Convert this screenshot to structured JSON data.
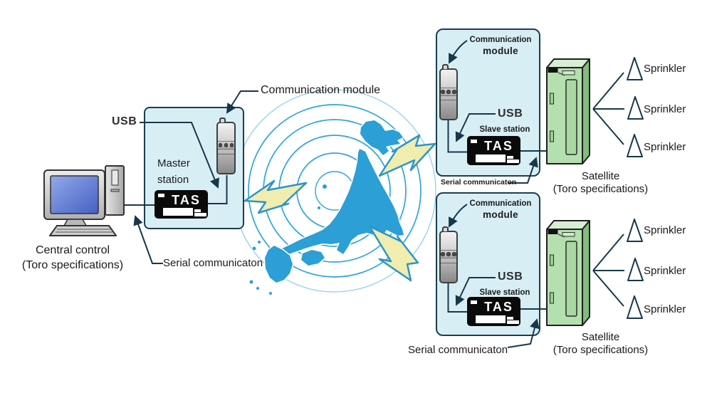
{
  "colors": {
    "box_fill": "#d8eef5",
    "box_border": "#1d3e4e",
    "line": "#17384a",
    "wave": "#2aa6db",
    "map": "#2b9fd6",
    "bolt_fill": "#f0edae",
    "bolt_stroke": "#2b95cc",
    "cabinet_front": "#b4dfae",
    "cabinet_side": "#82bd7e",
    "cabinet_top": "#d6efd2",
    "tas_bg": "#0a0a0a",
    "screen_blue": "#4560c4",
    "text": "#1a1a1a"
  },
  "master_group": {
    "comm_module_label": "Communication module",
    "usb_label": "USB",
    "station_label": "Master\nstation",
    "tas_label": "TAS",
    "serial_label": "Serial communicaton",
    "central_label": "Central control\n(Toro specifications)"
  },
  "slaves": [
    {
      "comm_line1": "Communication",
      "comm_line2": "module",
      "usb_label": "USB",
      "station_label": "Slave station",
      "tas_label": "TAS",
      "serial_label": "Serial communicaton"
    },
    {
      "comm_line1": "Communication",
      "comm_line2": "module",
      "usb_label": "USB",
      "station_label": "Slave station",
      "tas_label": "TAS",
      "serial_label": "Serial communicaton"
    }
  ],
  "satellites": [
    {
      "name_label": "Satellite\n(Toro specifications)",
      "sprinklers": [
        "Sprinkler",
        "Sprinkler",
        "Sprinkler"
      ]
    },
    {
      "name_label": "Satellite\n(Toro specifications)",
      "sprinklers": [
        "Sprinkler",
        "Sprinkler",
        "Sprinkler"
      ]
    }
  ]
}
